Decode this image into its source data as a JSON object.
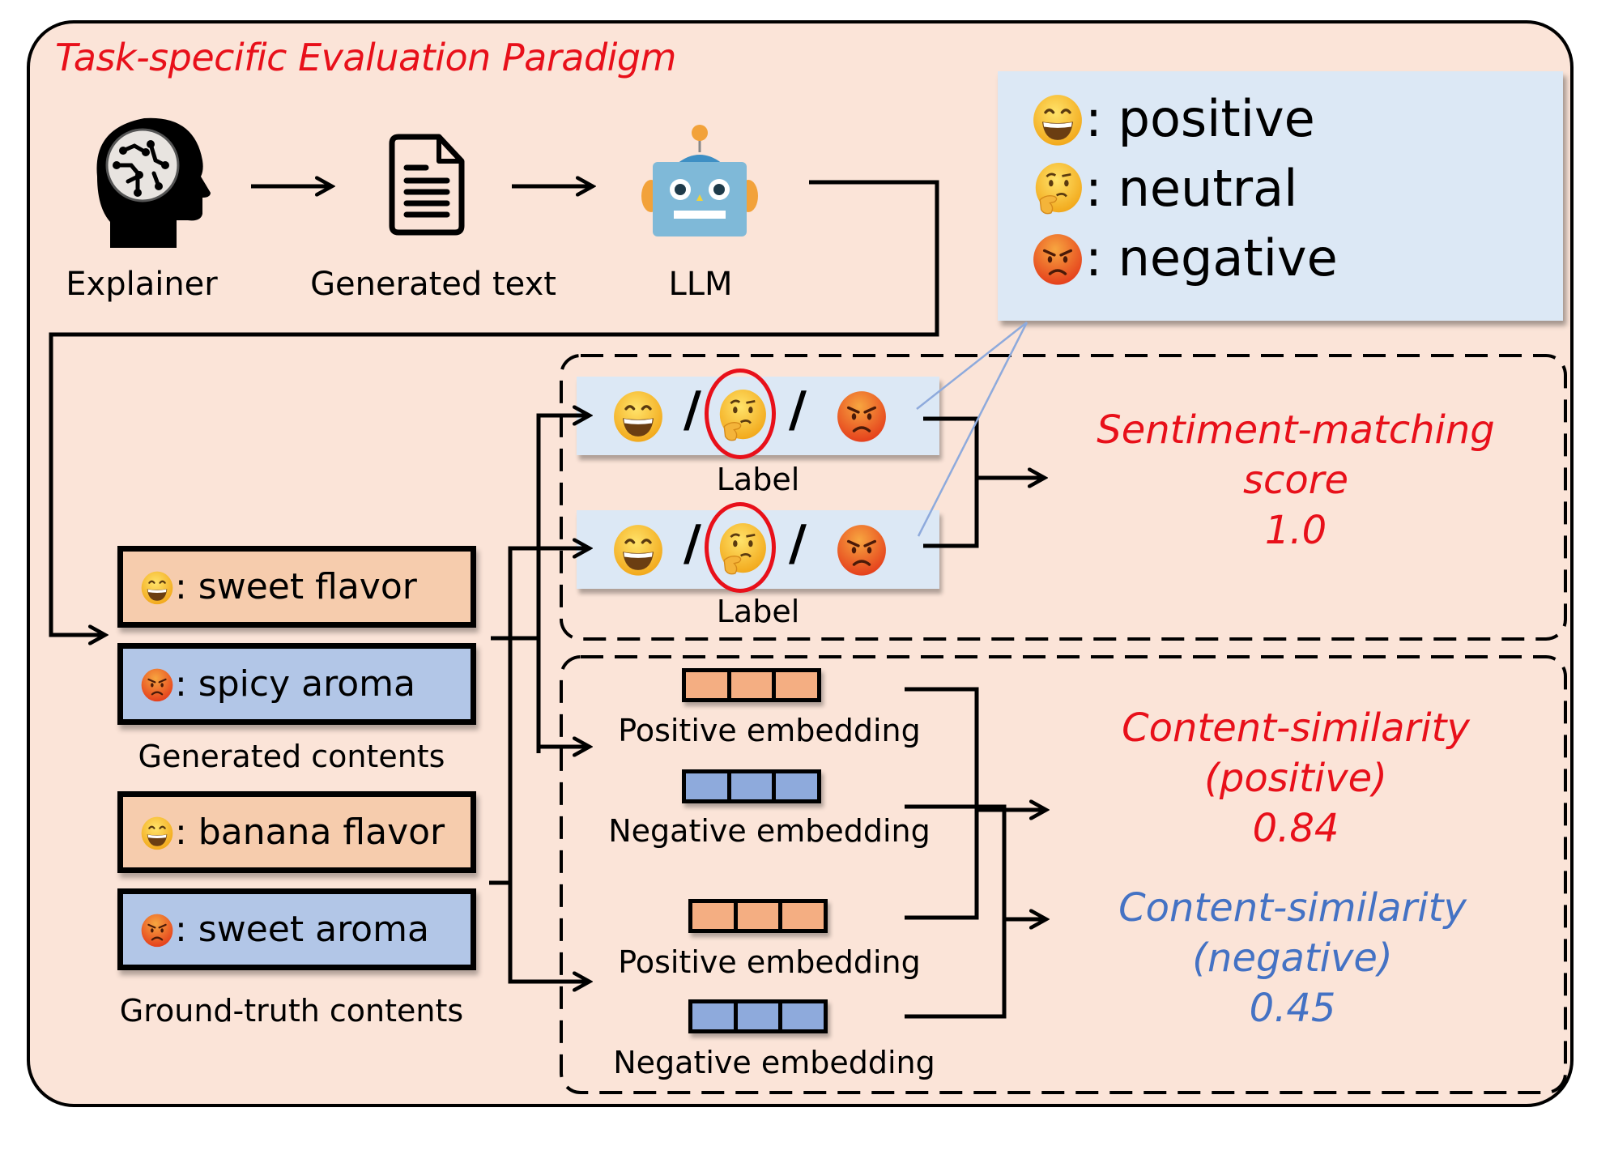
{
  "title": "Task-specific Evaluation Paradigm",
  "pipeline": {
    "steps": [
      {
        "icon": "brain-head-icon",
        "label": "Explainer"
      },
      {
        "icon": "document-icon",
        "label": "Generated text"
      },
      {
        "icon": "robot-icon",
        "label": "LLM"
      }
    ]
  },
  "legend": {
    "items": [
      {
        "icon": "grinning-face-icon",
        "label": ": positive"
      },
      {
        "icon": "thinking-face-icon",
        "label": ": neutral"
      },
      {
        "icon": "angry-face-icon",
        "label": ": negative"
      }
    ]
  },
  "sentiment_section": {
    "rows": [
      {
        "options": [
          "positive",
          "neutral",
          "negative"
        ],
        "selected": "neutral",
        "caption": "Label"
      },
      {
        "options": [
          "positive",
          "neutral",
          "negative"
        ],
        "selected": "neutral",
        "caption": "Label"
      }
    ],
    "separator": "/",
    "score": {
      "line1": "Sentiment-matching",
      "line2": "score",
      "value": "1.0",
      "color": "#e8101a"
    }
  },
  "generated_contents": {
    "caption": "Generated contents",
    "items": [
      {
        "sentiment": "positive",
        "text": ": sweet flavor"
      },
      {
        "sentiment": "negative",
        "text": ": spicy aroma"
      }
    ]
  },
  "ground_truth_contents": {
    "caption": "Ground-truth contents",
    "items": [
      {
        "sentiment": "positive",
        "text": ": banana flavor"
      },
      {
        "sentiment": "negative",
        "text": ": sweet aroma"
      }
    ]
  },
  "embedding_section": {
    "embeddings": [
      {
        "type": "positive",
        "label": "Positive embedding"
      },
      {
        "type": "negative",
        "label": "Negative embedding"
      },
      {
        "type": "positive",
        "label": "Positive embedding"
      },
      {
        "type": "negative",
        "label": "Negative embedding"
      }
    ],
    "scores": [
      {
        "line1": "Content-similarity",
        "line2": "(positive)",
        "value": "0.84",
        "color": "#e8101a"
      },
      {
        "line1": "Content-similarity",
        "line2": "(negative)",
        "value": "0.45",
        "color": "#4472c4"
      }
    ]
  },
  "colors": {
    "background": "#fbe4d8",
    "title": "#e8101a",
    "legend_fill": "#dce8f5",
    "positive_box": "#f6ccad",
    "negative_box": "#b2c6e7",
    "positive_embedding": "#f4ae82",
    "negative_embedding": "#8eaadc",
    "highlight_circle": "#e8101a",
    "connector_line": "#8eaadc"
  }
}
